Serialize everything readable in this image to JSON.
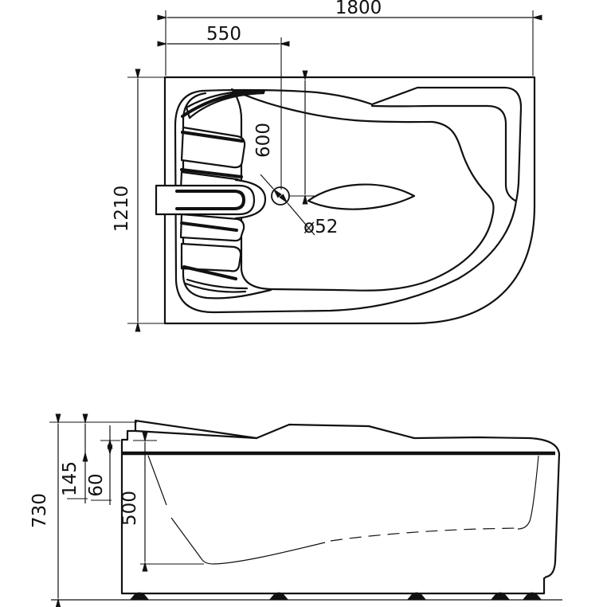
{
  "drawing": {
    "type": "bathtub-technical-drawing",
    "plan_view": {
      "overall_length_mm": "1800",
      "drain_offset_x_mm": "550",
      "overall_width_mm": "1210",
      "drain_offset_y_mm": "600",
      "drain_diameter": "ø52"
    },
    "side_view": {
      "overall_height_mm": "730",
      "top_to_rim_mm": "145",
      "rim_thickness_mm": "60",
      "inner_depth_mm": "500"
    }
  }
}
